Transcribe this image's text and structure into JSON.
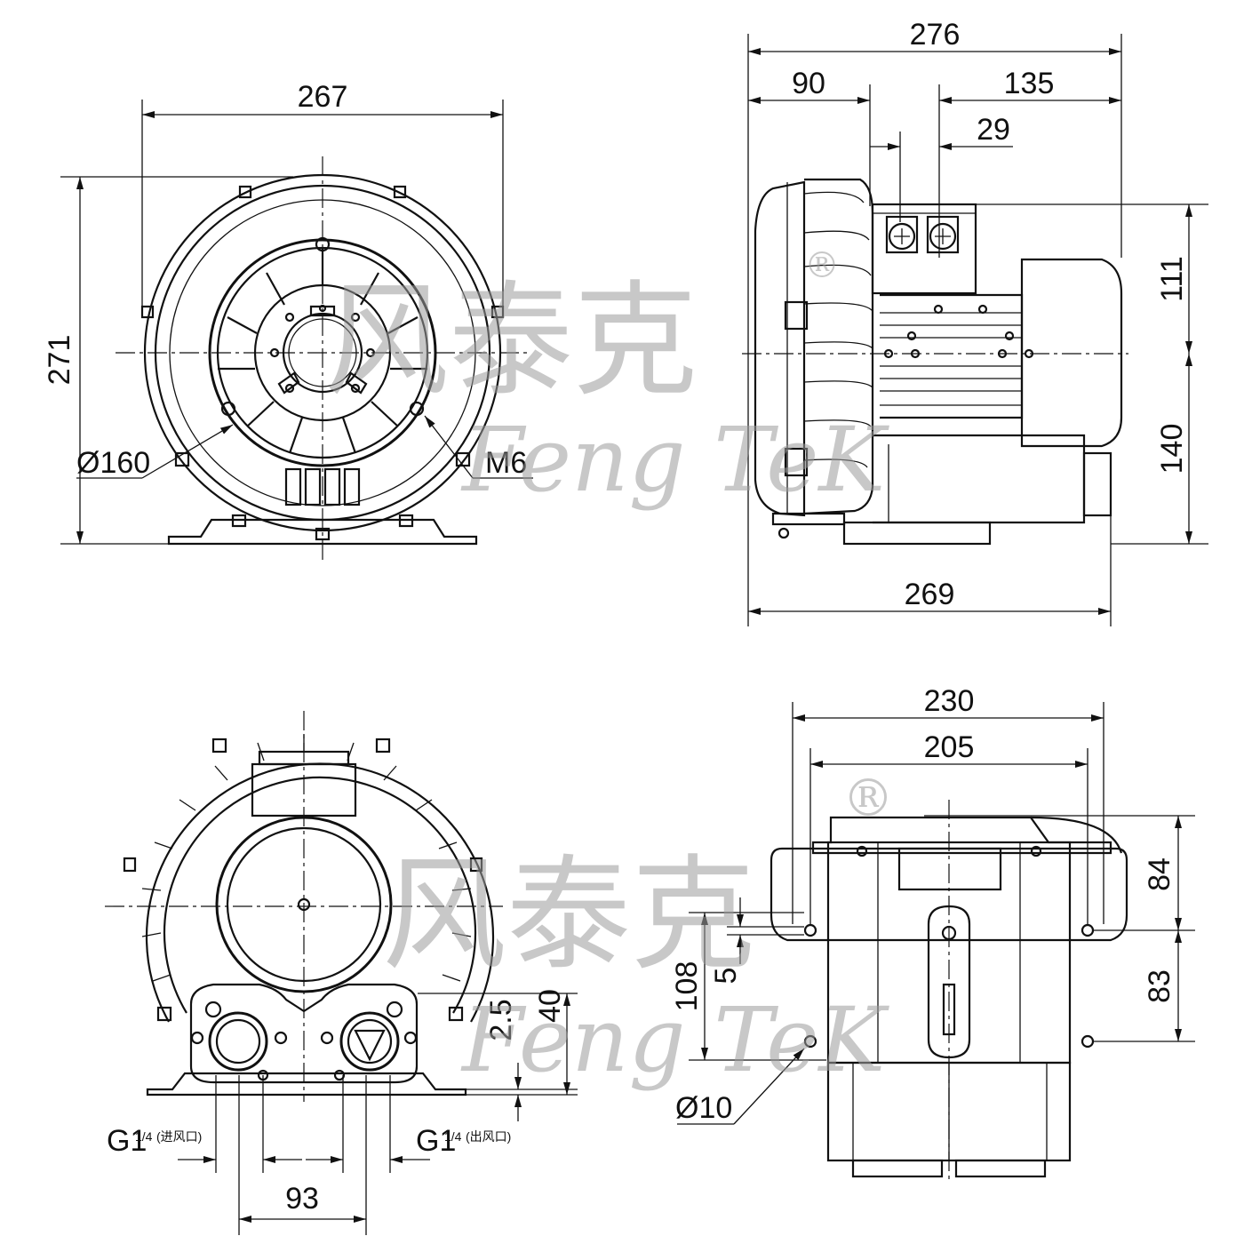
{
  "dimensions": {
    "front": {
      "width": "267",
      "height": "271",
      "inlet_diameter": "Ø160",
      "bolt": "M6"
    },
    "side": {
      "overall_top": "276",
      "left_offset": "90",
      "right_offset": "135",
      "terminal_spacing": "29",
      "upper_height": "111",
      "lower_height": "140",
      "overall_bottom": "269"
    },
    "rear": {
      "height_40": "40",
      "height_2_5": "2.5",
      "port_spacing": "93",
      "inlet_port": "G1",
      "inlet_port_sup": "1/4",
      "inlet_port_note": "(进风口)",
      "outlet_port": "G1",
      "outlet_port_sup": "1/4",
      "outlet_port_note": "(出风口)"
    },
    "bottom": {
      "width_230": "230",
      "width_205": "205",
      "height_84": "84",
      "height_83": "83",
      "height_108": "108",
      "slot_5": "5",
      "hole_diameter": "Ø10"
    }
  },
  "watermark": {
    "chinese": "风泰克",
    "latin": "Feng TeK",
    "registered": "®"
  },
  "colors": {
    "line": "#111111",
    "watermark": "#9c9c9c",
    "background": "#ffffff"
  }
}
